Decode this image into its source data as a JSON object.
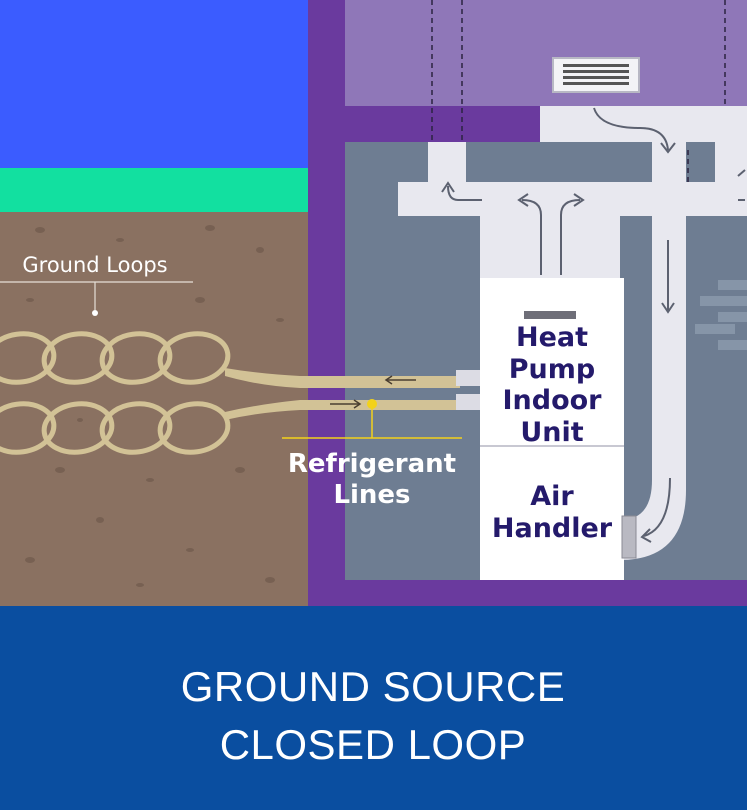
{
  "labels": {
    "ground_loops": "Ground Loops",
    "refrigerant_line_1": "Refrigerant",
    "refrigerant_line_2": "Lines",
    "heat_pump_line_1": "Heat",
    "heat_pump_line_2": "Pump",
    "heat_pump_line_3": "Indoor",
    "heat_pump_line_4": "Unit",
    "air_handler_line_1": "Air",
    "air_handler_line_2": "Handler"
  },
  "footer": {
    "line_1": "GROUND SOURCE",
    "line_2": "CLOSED LOOP"
  },
  "colors": {
    "sky": "#3b5cff",
    "grass": "#12e0a0",
    "soil": "#8a7161",
    "house_wall": "#6a3a9e",
    "upper_room": "#8f77b8",
    "basement": "#6e7d92",
    "duct": "#e8e8ef",
    "unit_text": "#241a6b",
    "footer_bg": "#0a4ea0",
    "highlight": "#f3d21a",
    "loop": "#d2c296"
  }
}
